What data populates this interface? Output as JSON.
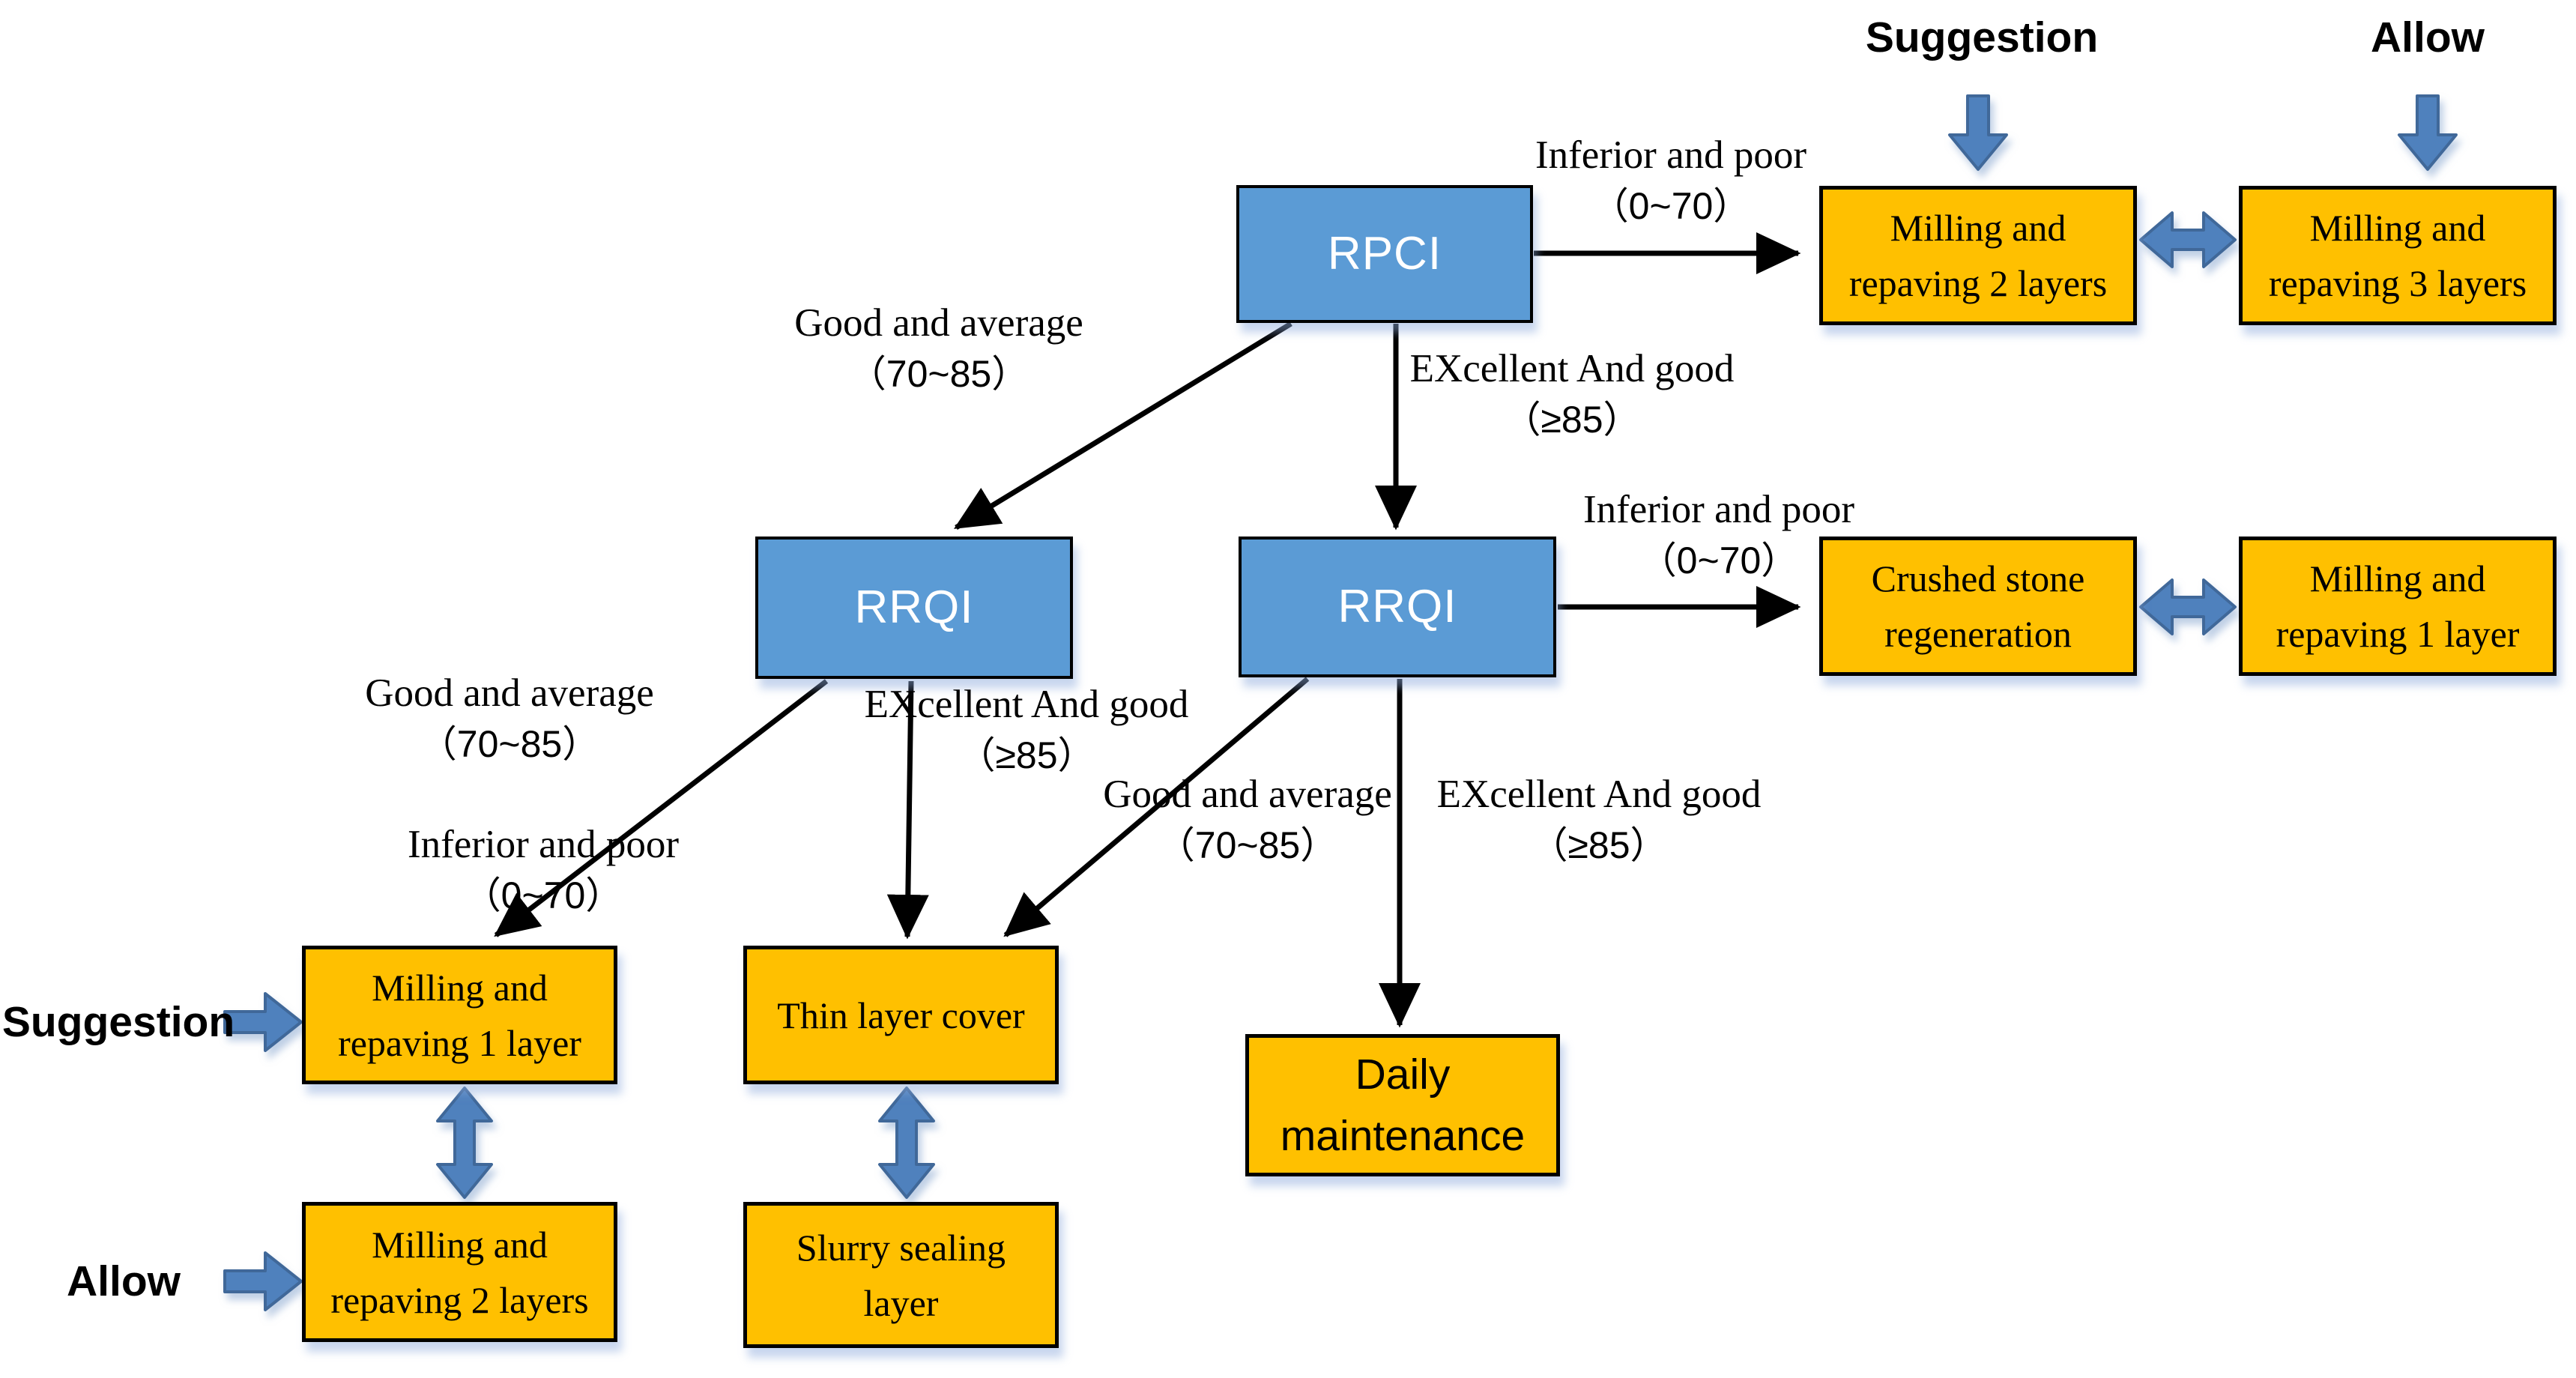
{
  "theme": {
    "node_blue": "#5b9bd5",
    "node_orange": "#ffc000",
    "arrow_blue": "#4f81bd",
    "arrow_blue_edge": "#3f6899",
    "ink": "#000000",
    "paper": "#ffffff"
  },
  "annotations": {
    "suggestion_top": "Suggestion",
    "allow_top": "Allow",
    "suggestion_left": "Suggestion",
    "allow_left": "Allow"
  },
  "nodes": {
    "rpci": "RPCI",
    "rrqi_left": "RRQI",
    "rrqi_right": "RRQI",
    "milling_repaving_2_layers_top": "Milling and repaving 2 layers",
    "milling_repaving_3_layers_top": "Milling and repaving 3 layers",
    "crushed_stone_regeneration": "Crushed stone regeneration",
    "milling_repaving_1_layer_right": "Milling and repaving 1 layer",
    "milling_repaving_1_layer_bottom": "Milling and repaving 1 layer",
    "milling_repaving_2_layers_bottom": "Milling and repaving 2 layers",
    "thin_layer_cover": "Thin layer cover",
    "slurry_sealing_layer": "Slurry sealing layer",
    "daily_maintenance": "Daily maintenance"
  },
  "edge_labels": {
    "rpci_inferior": {
      "text": "Inferior and poor",
      "range": "（0~70）"
    },
    "rpci_good": {
      "text": "Good and average",
      "range": "（70~85）"
    },
    "rpci_excellent": {
      "text": "EXcellent And good",
      "range": "（≥85）"
    },
    "rrqi_right_inferior": {
      "text": "Inferior and poor",
      "range": "（0~70）"
    },
    "rrqi_left_good": {
      "text": "Good and average",
      "range": "（70~85）"
    },
    "rrqi_left_inferior": {
      "text": "Inferior and poor",
      "range": "（0~70）"
    },
    "rrqi_left_excellent": {
      "text": "EXcellent And good",
      "range": "（≥85）"
    },
    "rrqi_right_good": {
      "text": "Good and average",
      "range": "（70~85）"
    },
    "rrqi_right_excellent": {
      "text": "EXcellent And good",
      "range": "（≥85）"
    }
  }
}
